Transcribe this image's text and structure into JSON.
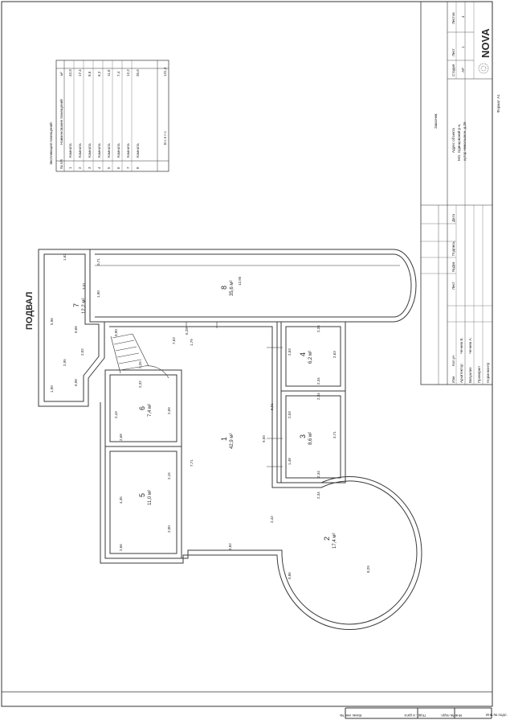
{
  "drawing": {
    "title": "ПОДВАЛ"
  },
  "rooms": [
    {
      "number": "1",
      "area": "42,9 м²"
    },
    {
      "number": "2",
      "area": "17,4 м²"
    },
    {
      "number": "3",
      "area": "8,6 м²"
    },
    {
      "number": "4",
      "area": "6,2 м²"
    },
    {
      "number": "5",
      "area": "11,0 м²"
    },
    {
      "number": "6",
      "area": "7,4 м²"
    },
    {
      "number": "7",
      "area": "12,2 м²"
    },
    {
      "number": "8",
      "area": "35,6 м²"
    }
  ],
  "dimensions": [
    "5,96",
    "1,62",
    "3,01",
    "12,95",
    "0,71",
    "1,90",
    "0,66",
    "0,90",
    "6,25",
    "2,02",
    "2,95",
    "0,98",
    "1,90",
    "1,79",
    "7,63",
    "2,26",
    "2,32",
    "2,43",
    "2,69",
    "2,68",
    "2,34",
    "2,63",
    "2,63",
    "2,34",
    "6,91",
    "9,50",
    "2,34",
    "2,03",
    "3,71",
    "1,48",
    "2,34",
    "2,34",
    "7,71",
    "4,35",
    "2,15",
    "2,00",
    "2,66",
    "2,42",
    "3,82",
    "0,86",
    "8,29"
  ],
  "explication": {
    "title": "Экспликация помещений",
    "col_no": "№ п/п",
    "col_name": "Наименование помещений",
    "col_area": "м²",
    "rows": [
      {
        "no": "1",
        "name": "Комната",
        "area": "42,9"
      },
      {
        "no": "2",
        "name": "Комната",
        "area": "17,4"
      },
      {
        "no": "3",
        "name": "Комната",
        "area": "8,6"
      },
      {
        "no": "4",
        "name": "Комната",
        "area": "6,2"
      },
      {
        "no": "5",
        "name": "Комната",
        "area": "11,0"
      },
      {
        "no": "6",
        "name": "Комната",
        "area": "7,4"
      },
      {
        "no": "7",
        "name": "Комната",
        "area": "12,2"
      },
      {
        "no": "8",
        "name": "Комната",
        "area": "35,6"
      }
    ],
    "total_label": "В с е г о",
    "total_value": "131,3"
  },
  "title_block": {
    "header_cols": [
      "Изм",
      "Кол.уч",
      "Лист",
      "№Док",
      "Подпись",
      "Дата"
    ],
    "roles": [
      {
        "role": "Архитектор",
        "name": "Чечнев В."
      },
      {
        "role": "Визуализ",
        "name": "Чечнев А."
      },
      {
        "role": "Проверил",
        "name": ""
      },
      {
        "role": "Нормоконтр",
        "name": ""
      }
    ],
    "customer": "Заказчик",
    "address_label": "Адрес объекта",
    "address_line1": "МО, Одинцовский р-н,",
    "address_line2": "хутор Никольское, д.26",
    "stage_label": "Стадия",
    "stage_value": "АР",
    "sheet_label": "Лист",
    "sheet_value": "1",
    "sheets_label": "Листов",
    "sheets_value": "4",
    "logo_text": "NOVA",
    "format": "Формат А1"
  },
  "margin_stamp": {
    "labels": [
      "Инв.№ подл.",
      "Подп. и дата",
      "Взам. инв №"
    ]
  }
}
